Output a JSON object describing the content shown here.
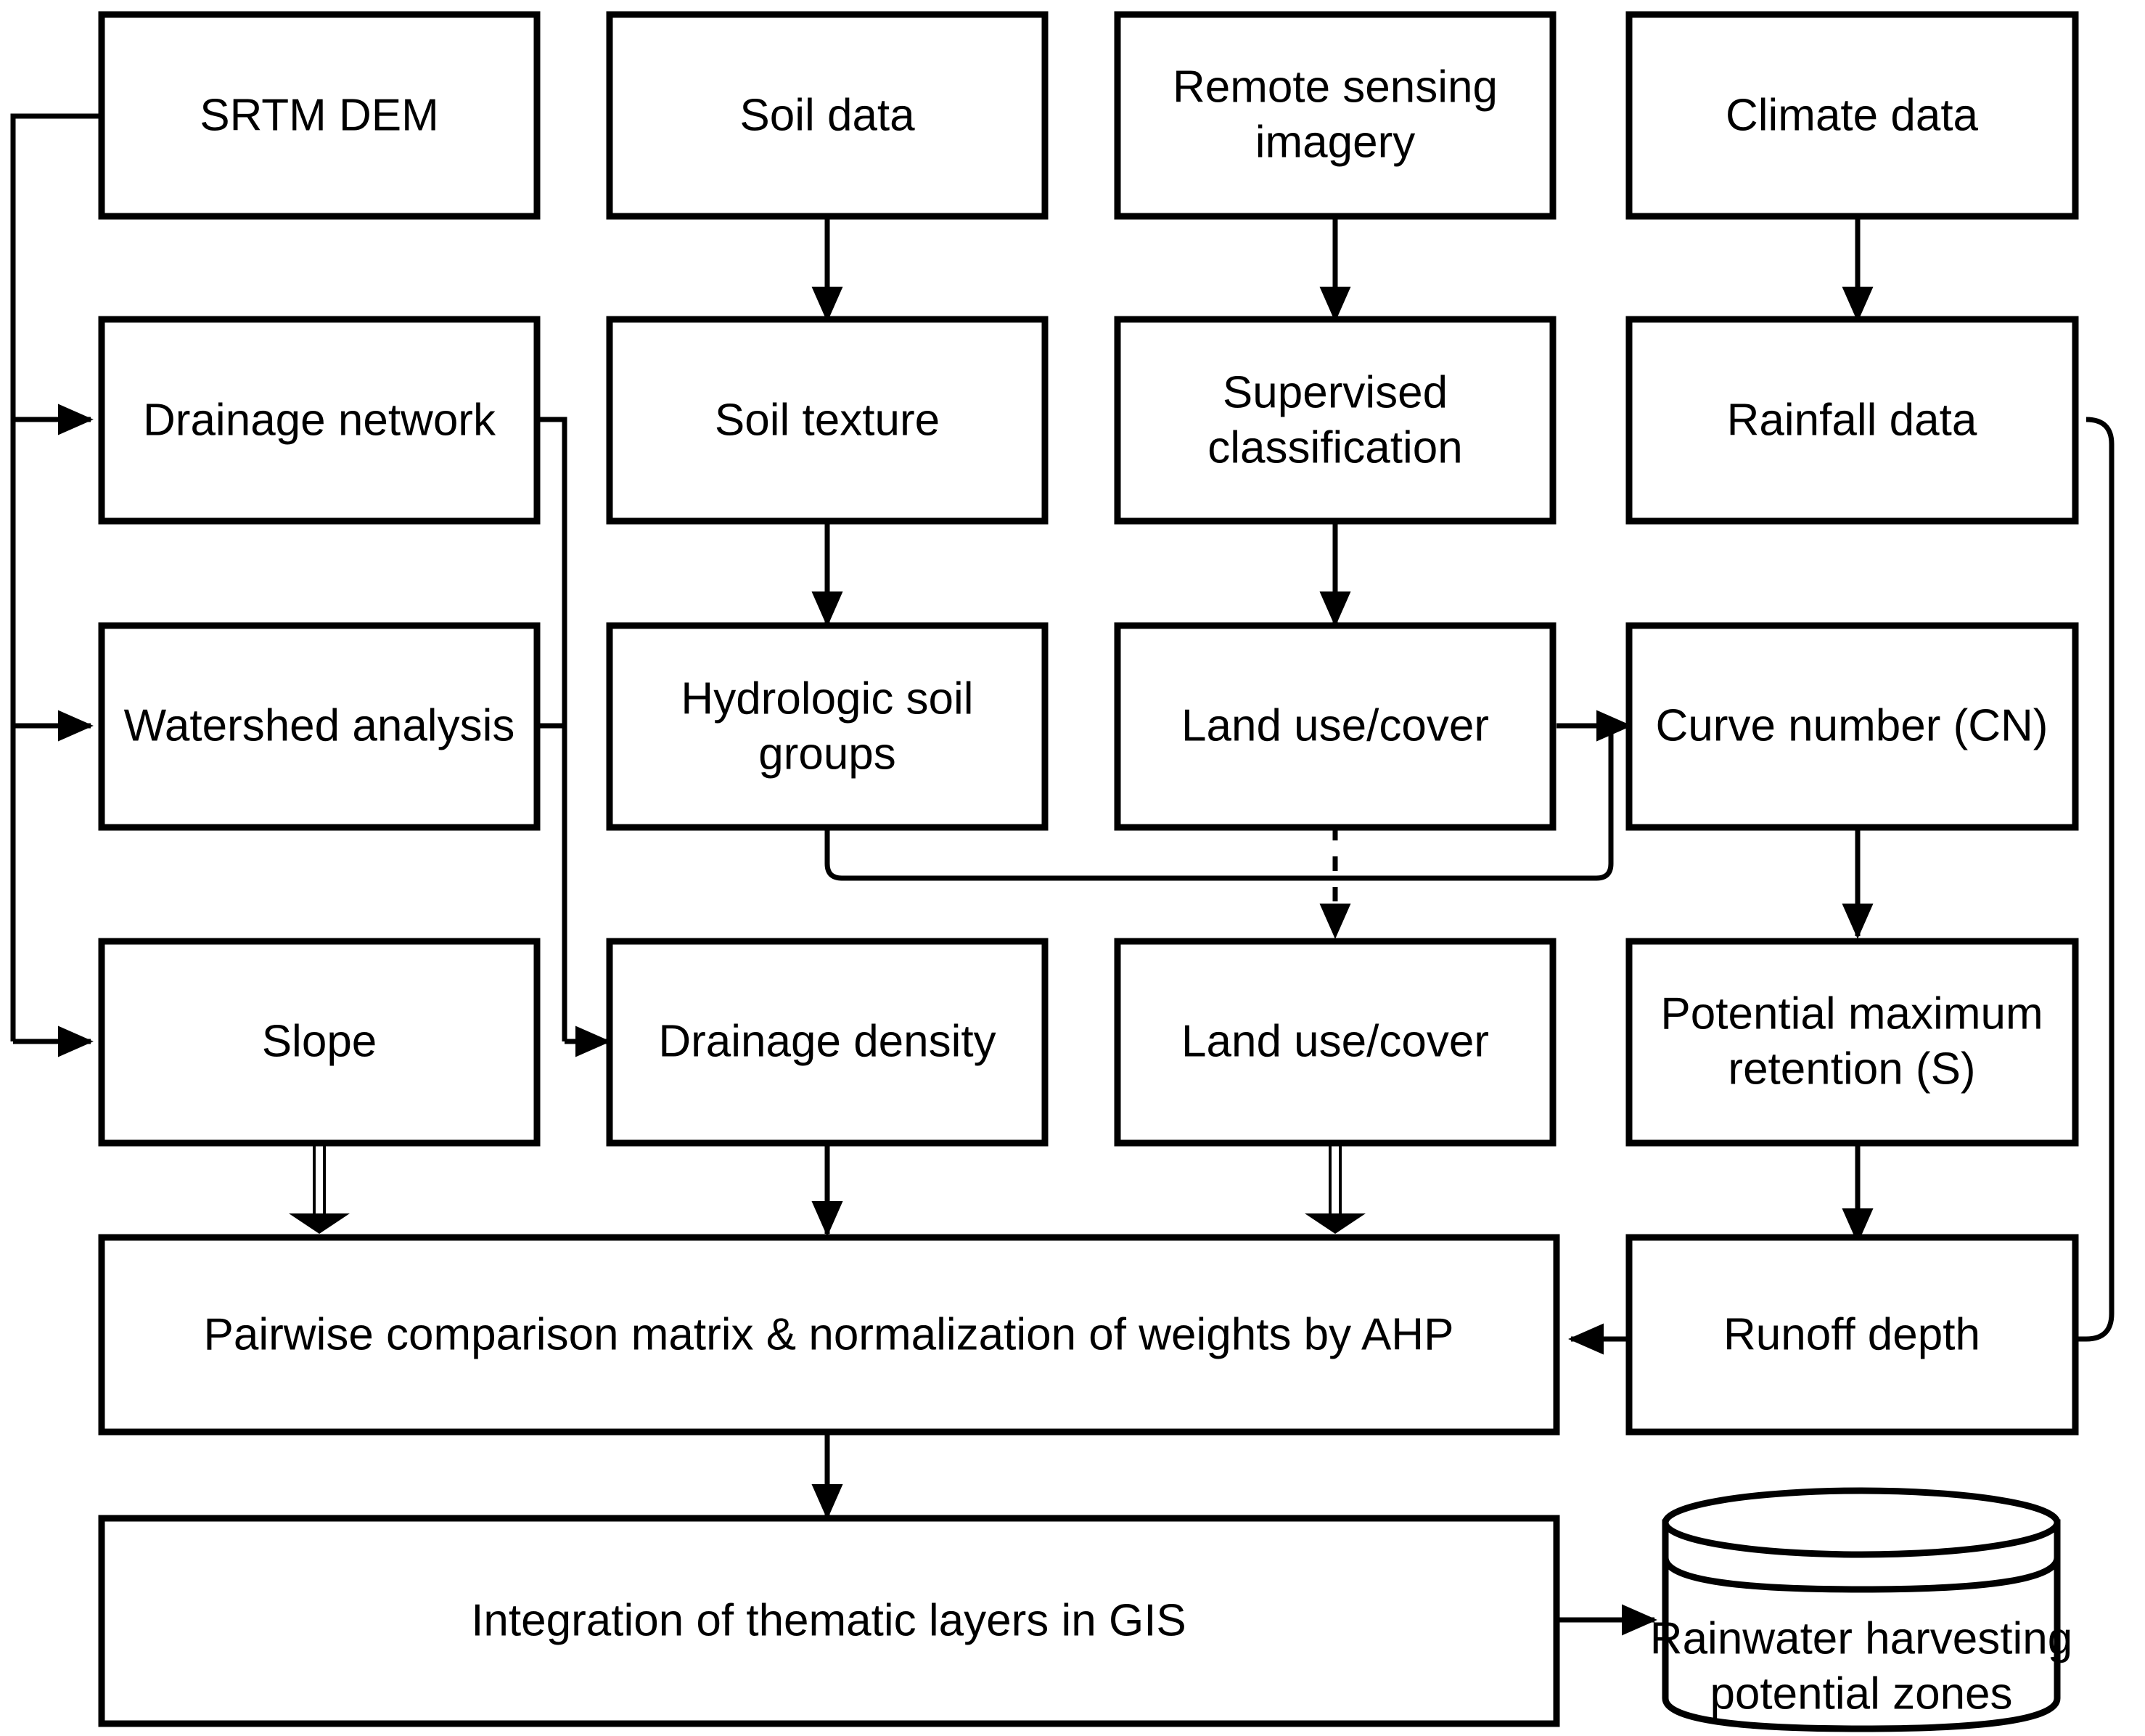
{
  "diagram": {
    "title": "Rainwater harvesting potential zones methodology flowchart",
    "stroke_color": "#000000",
    "fill_color": "#ffffff",
    "background": "#ffffff",
    "nodes": {
      "srtm_dem": {
        "label": "SRTM DEM"
      },
      "soil_data": {
        "label": "Soil data"
      },
      "remote_sensing": {
        "label_line1": "Remote sensing",
        "label_line2": "imagery"
      },
      "climate_data": {
        "label": "Climate data"
      },
      "drainage_network": {
        "label": "Drainage network"
      },
      "soil_texture": {
        "label": "Soil texture"
      },
      "supervised": {
        "label_line1": "Supervised",
        "label_line2": "classification"
      },
      "rainfall_data": {
        "label": "Rainfall data"
      },
      "watershed": {
        "label": "Watershed analysis"
      },
      "hydro_soil": {
        "label_line1": "Hydrologic soil",
        "label_line2": "groups"
      },
      "landuse_1": {
        "label": "Land use/cover"
      },
      "curve_number": {
        "label": "Curve number (CN)"
      },
      "slope": {
        "label": "Slope"
      },
      "drainage_density": {
        "label": "Drainage density"
      },
      "landuse_2": {
        "label": "Land use/cover"
      },
      "retention": {
        "label_line1": "Potential maximum",
        "label_line2": "retention (S)"
      },
      "pairwise": {
        "label": "Pairwise comparison matrix & normalization of weights by AHP"
      },
      "runoff_depth": {
        "label": "Runoff depth"
      },
      "integration": {
        "label": "Integration of thematic layers in GIS"
      },
      "output_zones": {
        "label_line1": "Rainwater harvesting",
        "label_line2": "potential zones"
      }
    },
    "edges": [
      {
        "from": "srtm_dem",
        "to": "drainage_network",
        "style": "solid"
      },
      {
        "from": "srtm_dem",
        "to": "watershed",
        "style": "solid"
      },
      {
        "from": "srtm_dem",
        "to": "slope",
        "style": "solid"
      },
      {
        "from": "soil_data",
        "to": "soil_texture",
        "style": "solid"
      },
      {
        "from": "remote_sensing",
        "to": "supervised",
        "style": "solid"
      },
      {
        "from": "climate_data",
        "to": "rainfall_data",
        "style": "solid"
      },
      {
        "from": "soil_texture",
        "to": "hydro_soil",
        "style": "solid"
      },
      {
        "from": "supervised",
        "to": "landuse_1",
        "style": "solid"
      },
      {
        "from": "drainage_network",
        "to": "drainage_density",
        "style": "solid"
      },
      {
        "from": "watershed",
        "to": "drainage_density",
        "style": "solid"
      },
      {
        "from": "landuse_1",
        "to": "curve_number",
        "style": "solid"
      },
      {
        "from": "hydro_soil",
        "to": "curve_number",
        "style": "solid"
      },
      {
        "from": "landuse_1",
        "to": "landuse_2",
        "style": "dotted"
      },
      {
        "from": "curve_number",
        "to": "retention",
        "style": "solid"
      },
      {
        "from": "rainfall_data",
        "to": "runoff_depth",
        "style": "solid"
      },
      {
        "from": "retention",
        "to": "runoff_depth",
        "style": "solid"
      },
      {
        "from": "slope",
        "to": "pairwise",
        "style": "solid"
      },
      {
        "from": "drainage_density",
        "to": "pairwise",
        "style": "solid"
      },
      {
        "from": "landuse_2",
        "to": "pairwise",
        "style": "solid"
      },
      {
        "from": "runoff_depth",
        "to": "pairwise",
        "style": "solid"
      },
      {
        "from": "pairwise",
        "to": "integration",
        "style": "solid"
      },
      {
        "from": "integration",
        "to": "output_zones",
        "style": "solid"
      }
    ]
  }
}
